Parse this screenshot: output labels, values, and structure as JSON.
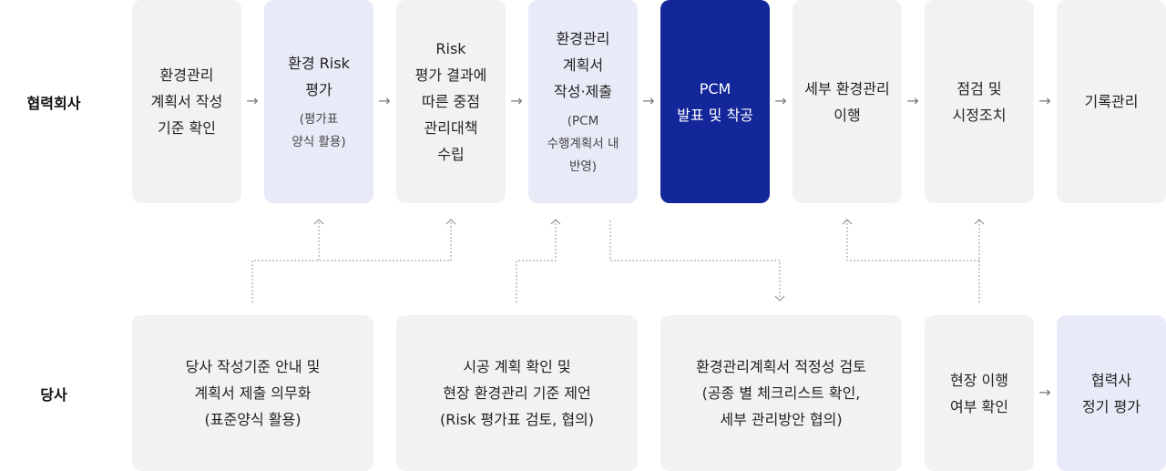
{
  "rows": {
    "partner_label": "협력회사",
    "company_label": "당사"
  },
  "top_steps": [
    {
      "main": "환경관리\n계획서 작성\n기준 확인",
      "sub": ""
    },
    {
      "main": "환경 Risk\n평가",
      "sub": "(평가표\n양식 활용)"
    },
    {
      "main": "Risk\n평가 결과에\n따른 중점\n관리대책\n수립",
      "sub": ""
    },
    {
      "main": "환경관리\n계획서\n작성·제출",
      "sub": "(PCM\n수행계획서 내\n반영)"
    },
    {
      "main": "PCM\n발표 및 착공",
      "sub": ""
    },
    {
      "main": "세부 환경관리\n이행",
      "sub": ""
    },
    {
      "main": "점검 및\n시정조치",
      "sub": ""
    },
    {
      "main": "기록관리",
      "sub": ""
    }
  ],
  "bottom_steps": [
    {
      "main": "당사 작성기준 안내 및\n계획서 제출 의무화\n(표준양식 활용)"
    },
    {
      "main": "시공 계획 확인 및\n현장 환경관리 기준 제언\n(Risk 평가표 검토, 협의)"
    },
    {
      "main": "환경관리계획서 적정성 검토\n(공종 별 체크리스트 확인,\n세부  관리방안 협의)"
    },
    {
      "main": "현장 이행\n여부 확인"
    },
    {
      "main": "협력사\n정기 평가"
    }
  ],
  "arrow_glyph": "→",
  "colors": {
    "gray_box": "#f2f2f2",
    "highlight_box": "#e8eaf7",
    "active_box": "#13269a",
    "connector": "#9a9a9a"
  }
}
